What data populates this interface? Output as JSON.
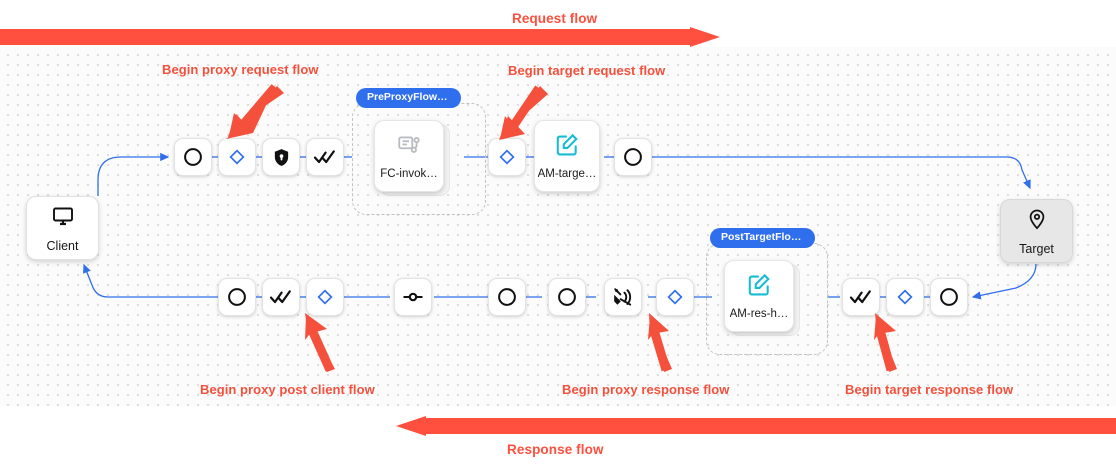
{
  "banners": {
    "request": {
      "label": "Request flow",
      "color": "#FF4F3F"
    },
    "response": {
      "label": "Response flow",
      "color": "#FF4F3F"
    }
  },
  "endpoints": [
    {
      "id": "client",
      "label": "Client",
      "icon": "monitor-icon",
      "style": "white"
    },
    {
      "id": "target",
      "label": "Target",
      "icon": "location-pin-icon",
      "style": "grey"
    }
  ],
  "groups": [
    {
      "id": "preproxyflowhook",
      "label": "PreProxyFlowH…"
    },
    {
      "id": "posttargetflow",
      "label": "PostTargetFlow…"
    }
  ],
  "cards": [
    {
      "id": "fc-invoke",
      "label": "FC-invok…",
      "icon": "flow-callout-icon",
      "icon_color": "#b9bcc0"
    },
    {
      "id": "am-target",
      "label": "AM-targe…",
      "icon": "assign-message-icon",
      "icon_color": "#15bcd4"
    },
    {
      "id": "am-res-header",
      "label": "AM-res-h…",
      "icon": "assign-message-icon",
      "icon_color": "#15bcd4"
    }
  ],
  "request_row_nodes": [
    {
      "id": "rq-start",
      "icon": "circle-outline-icon"
    },
    {
      "id": "rq-proxy-request-flow",
      "icon": "blue-diamond-icon"
    },
    {
      "id": "rq-security",
      "icon": "shield-keyhole-icon"
    },
    {
      "id": "rq-verify",
      "icon": "double-check-icon"
    },
    {
      "id": "rq-target-request-flow",
      "icon": "blue-diamond-icon"
    },
    {
      "id": "rq-end",
      "icon": "circle-outline-icon"
    }
  ],
  "response_row_nodes": [
    {
      "id": "rs-post-client-start",
      "icon": "circle-outline-icon"
    },
    {
      "id": "rs-post-client-verify",
      "icon": "double-check-icon"
    },
    {
      "id": "rs-proxy-post-client-flow",
      "icon": "blue-diamond-icon"
    },
    {
      "id": "rs-terminate",
      "icon": "terminate-node-icon"
    },
    {
      "id": "rs-node-a",
      "icon": "circle-outline-icon"
    },
    {
      "id": "rs-node-b",
      "icon": "circle-outline-icon"
    },
    {
      "id": "rs-broadcast",
      "icon": "satellite-broadcast-icon"
    },
    {
      "id": "rs-proxy-response-flow",
      "icon": "blue-diamond-icon"
    },
    {
      "id": "rs-target-verify",
      "icon": "double-check-icon"
    },
    {
      "id": "rs-target-response-flow",
      "icon": "blue-diamond-icon"
    },
    {
      "id": "rs-target-end",
      "icon": "circle-outline-icon"
    }
  ],
  "annotations": [
    {
      "id": "anno-proxy-request",
      "label": "Begin proxy request flow"
    },
    {
      "id": "anno-target-request",
      "label": "Begin target request flow"
    },
    {
      "id": "anno-proxy-post-client",
      "label": "Begin proxy post client flow"
    },
    {
      "id": "anno-proxy-response",
      "label": "Begin proxy response flow"
    },
    {
      "id": "anno-target-response",
      "label": "Begin target response flow"
    }
  ],
  "colors": {
    "annotation_red": "#F4503C",
    "banner_red": "#FF4F3F",
    "link_blue": "#2f6fed",
    "diamond_blue": "#2f6fed",
    "teal": "#15bcd4",
    "canvas": "#fbfbfb"
  }
}
